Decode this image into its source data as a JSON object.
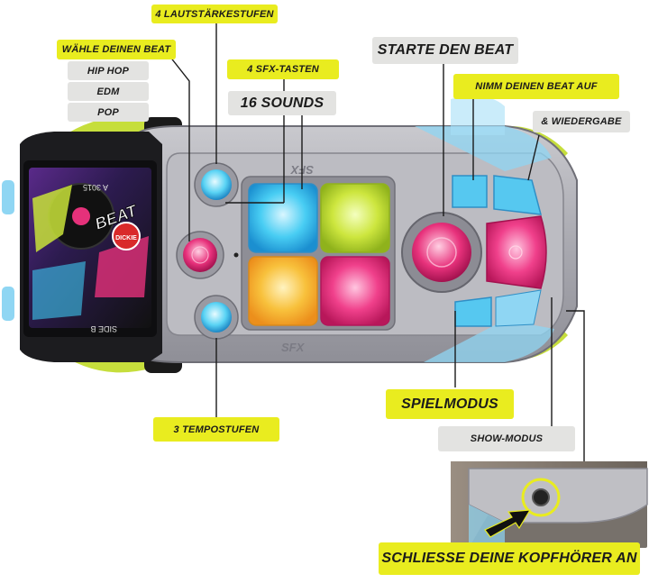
{
  "labels": {
    "volume": "4 LAUTSTÄRKESTUFEN",
    "choose_beat": "WÄHLE DEINEN BEAT",
    "hiphop": "HIP HOP",
    "edm": "EDM",
    "pop": "POP",
    "sfx_buttons": "4 SFX-TASTEN",
    "sounds": "16 SOUNDS",
    "start_beat": "STARTE DEN BEAT",
    "record_beat": "NIMM DEINEN BEAT AUF",
    "playback": "& WIEDERGABE",
    "tempo": "3 TEMPOSTUFEN",
    "game_mode": "SPIELMODUS",
    "show_mode": "SHOW-MODUS",
    "headphones": "SCHLIESSE DEINE KOPFHÖRER AN"
  },
  "device": {
    "brand_badge": "DICKIE",
    "sfx_print_top": "SFX",
    "sfx_print_bottom": "SFX",
    "screen_side_a": "A 3015",
    "screen_side_b": "SIDE B",
    "screen_art": "BEAT"
  },
  "colors": {
    "label_yellow": "#e9ec1f",
    "label_gray": "#e3e3e1",
    "pad_blue": "#3ec8f2",
    "pad_green": "#c9e33a",
    "pad_orange": "#f7b836",
    "pad_pink": "#ee3a84",
    "bumper_green": "#c6de3c",
    "knob_pink": "#e5317a"
  }
}
